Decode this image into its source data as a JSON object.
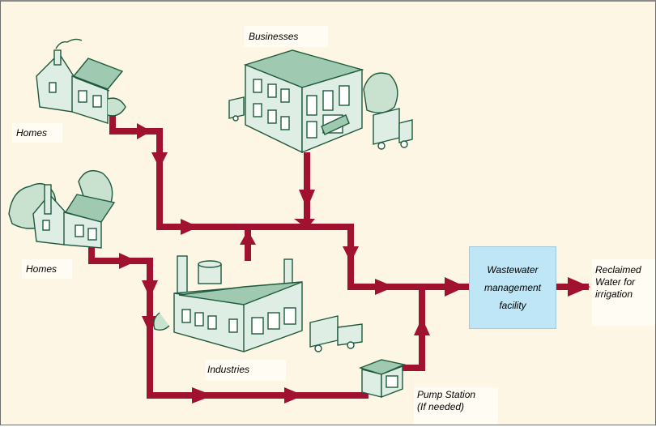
{
  "labels": {
    "businesses": "Businesses",
    "homes_top": "Homes",
    "homes_bottom": "Homes",
    "industries": "Industries",
    "pump_station_line1": "Pump Station",
    "pump_station_line2": "(If needed)",
    "facility_line1": "Wastewater",
    "facility_line2": "management",
    "facility_line3": "facility",
    "output_line1": "Reclaimed",
    "output_line2": "Water for",
    "output_line3": "irrigation"
  },
  "colors": {
    "background": "#fdf6e4",
    "pipe": "#a0122f",
    "building_fill": "#dfeee4",
    "building_line": "#1e5a3c",
    "facility_fill": "#bfe6f6"
  },
  "icons": [
    "house-icon",
    "office-building-icon",
    "factory-icon",
    "truck-icon",
    "pump-station-icon",
    "tree-icon"
  ]
}
